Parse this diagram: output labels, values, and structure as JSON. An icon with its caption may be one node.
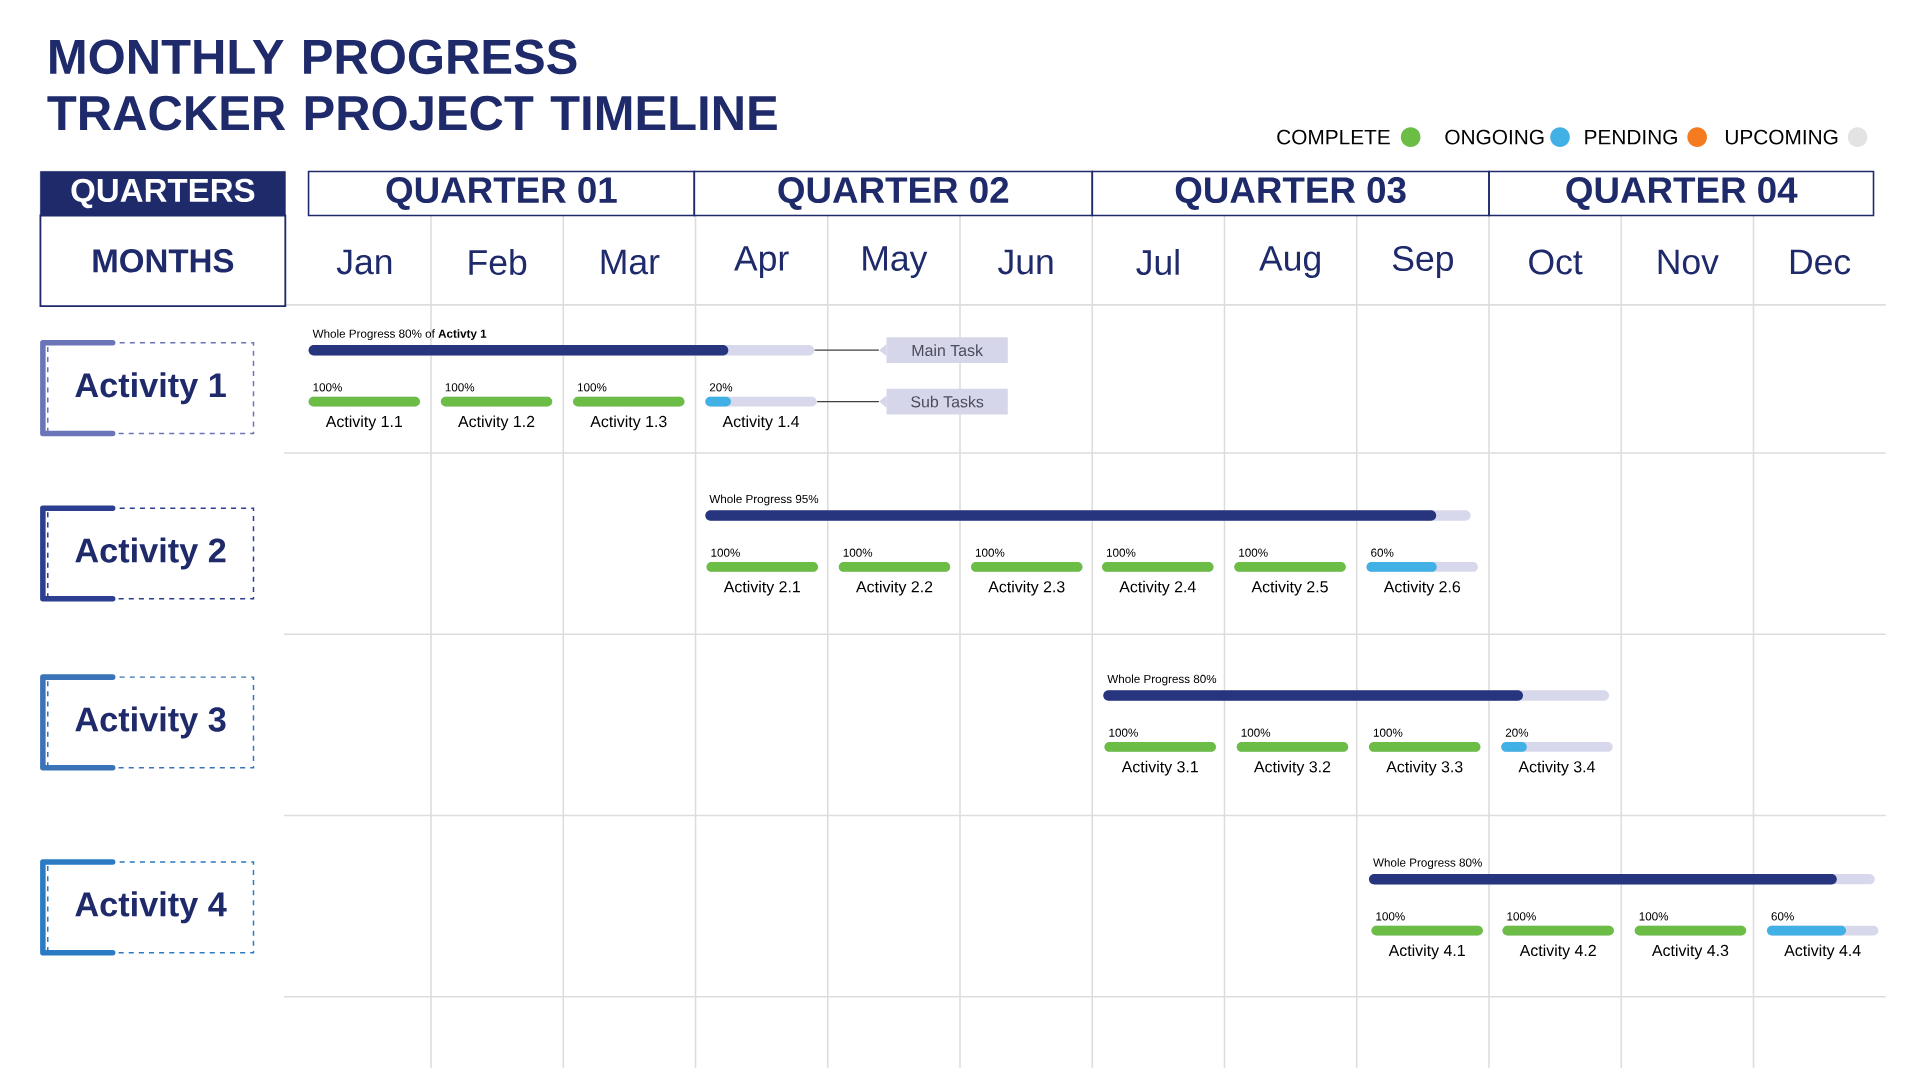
{
  "diagram": {
    "title": "MONTHLY PROGRESS TRACKER PROJECT TIMELINE",
    "nodes": [
      {
        "text": [
          "Activity 1"
        ]
      },
      {
        "text": [],
        "shape": "bar",
        "beside": [
          "Whole Progress 80% of **Activty 1**"
        ]
      },
      {
        "text": [
          "Main Task"
        ]
      },
      {
        "text": [],
        "shape": "bar",
        "beside": [
          "100%",
          "Activity 1.1"
        ]
      },
      {
        "text": [],
        "shape": "bar",
        "beside": [
          "100%",
          "Activity 1.2"
        ]
      },
      {
        "text": [],
        "shape": "bar",
        "beside": [
          "100%",
          "Activity 1.3"
        ]
      },
      {
        "text": [],
        "shape": "bar",
        "beside": [
          "20%",
          "Activity 1.4"
        ]
      },
      {
        "text": [
          "Sub Tasks"
        ]
      },
      {
        "text": [
          "Activity 2"
        ]
      },
      {
        "text": [],
        "shape": "bar",
        "beside": [
          "Whole Progress 95%"
        ]
      },
      {
        "text": [],
        "shape": "bar",
        "beside": [
          "100%",
          "Activity 2.1"
        ]
      },
      {
        "text": [],
        "shape": "bar",
        "beside": [
          "100%",
          "Activity 2.2"
        ]
      },
      {
        "text": [],
        "shape": "bar",
        "beside": [
          "100%",
          "Activity 2.3"
        ]
      },
      {
        "text": [],
        "shape": "bar",
        "beside": [
          "100%",
          "Activity 2.4"
        ]
      },
      {
        "text": [],
        "shape": "bar",
        "beside": [
          "100%",
          "Activity 2.5"
        ]
      },
      {
        "text": [],
        "shape": "bar",
        "beside": [
          "60%",
          "Activity 2.6"
        ]
      },
      {
        "text": [
          "Activity 3"
        ]
      },
      {
        "text": [],
        "shape": "bar",
        "beside": [
          "Whole Progress 80%"
        ]
      },
      {
        "text": [],
        "shape": "bar",
        "beside": [
          "100%",
          "Activity 3.1"
        ]
      },
      {
        "text": [],
        "shape": "bar",
        "beside": [
          "100%",
          "Activity 3.2"
        ]
      },
      {
        "text": [],
        "shape": "bar",
        "beside": [
          "100%",
          "Activity 3.3"
        ]
      },
      {
        "text": [],
        "shape": "bar",
        "beside": [
          "20%",
          "Activity 3.4"
        ]
      },
      {
        "text": [
          "Activity 4"
        ]
      },
      {
        "text": [],
        "shape": "bar",
        "beside": [
          "Whole Progress 80%"
        ]
      },
      {
        "text": [],
        "shape": "bar",
        "beside": [
          "100%",
          "Activity 4.1"
        ]
      },
      {
        "text": [],
        "shape": "bar",
        "beside": [
          "100%",
          "Activity 4.2"
        ]
      },
      {
        "text": [],
        "shape": "bar",
        "beside": [
          "100%",
          "Activity 4.3"
        ]
      },
      {
        "text": [],
        "shape": "bar",
        "beside": [
          "60%",
          "Activity 4.4"
        ]
      }
    ],
    "edges": [
      {
        "from": 2,
        "to": 1,
        "arrow": "none"
      },
      {
        "from": 7,
        "to": 6,
        "arrow": "none"
      }
    ],
    "labels": [
      "QUARTERS",
      "QUARTER 01",
      "QUARTER 02",
      "QUARTER 03",
      "QUARTER 04",
      "MONTHS",
      "Jan",
      "Feb",
      "Mar",
      "Apr",
      "May",
      "Jun",
      "Jul",
      "Aug",
      "Sep",
      "Oct",
      "Nov",
      "Dec"
    ],
    "legend": [
      {
        "text": "COMPLETE",
        "color": "#6cbd45"
      },
      {
        "text": "ONGOING",
        "color": "#41b0e4"
      },
      {
        "text": "PENDING",
        "color": "#f47b20"
      },
      {
        "text": "UPCOMING",
        "color": "#e3e3e3"
      }
    ]
  }
}
